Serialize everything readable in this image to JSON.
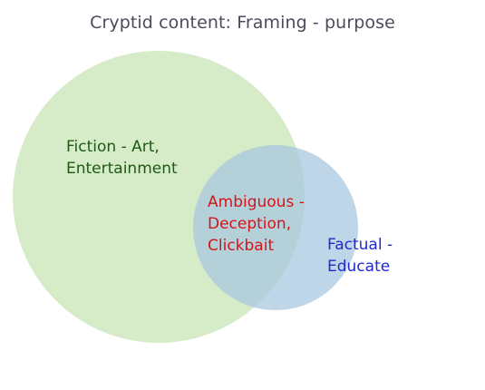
{
  "title": "Cryptid content: Framing - purpose",
  "sets": {
    "fiction": {
      "line1": "Fiction - Art,",
      "line2": "Entertainment",
      "fill_color": "#c8e4b4",
      "text_color": "#1e5a17"
    },
    "factual": {
      "line1": "Factual -",
      "line2": "Educate",
      "fill_color": "#a8c8df",
      "text_color": "#1f2bd0"
    },
    "overlap": {
      "line1": "Ambiguous -",
      "line2": "Deception,",
      "line3": "Clickbait",
      "text_color": "#d4141b"
    }
  }
}
